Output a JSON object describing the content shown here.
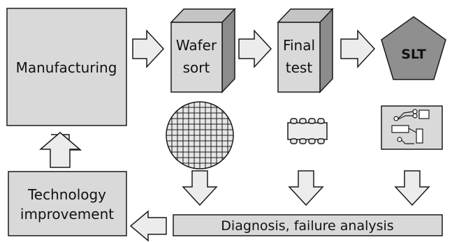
{
  "diagram": {
    "nodes": {
      "manufacturing": "Manufacturing",
      "wafer_sort_line1": "Wafer",
      "wafer_sort_line2": "sort",
      "final_test_line1": "Final",
      "final_test_line2": "test",
      "slt": "SLT",
      "technology_line1": "Technology",
      "technology_line2": "improvement",
      "diagnosis": "Diagnosis, failure analysis"
    },
    "colors": {
      "box_fill": "#d9d9d9",
      "box_side": "#8c8c8c",
      "box_top": "#c4c4c4",
      "slt_fill": "#8f8f8f",
      "arrow_fill": "#ececec",
      "outline": "#1a1a1a"
    },
    "icons": [
      "wafer-icon",
      "chip-package-icon",
      "circuit-board-icon"
    ]
  }
}
